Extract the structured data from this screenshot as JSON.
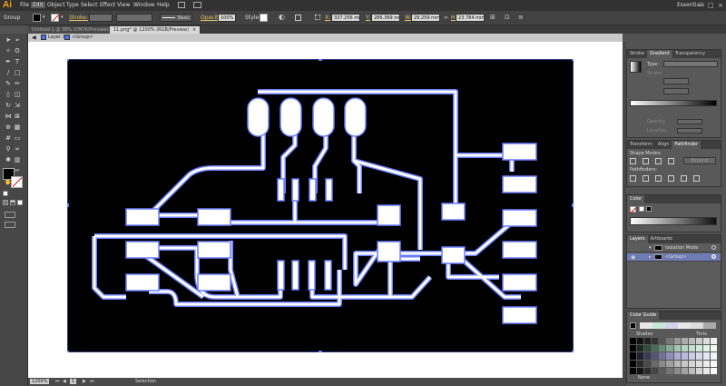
{
  "app": {
    "logo": "Ai"
  },
  "menu": {
    "items": [
      "File",
      "Edit",
      "Object",
      "Type",
      "Select",
      "Effect",
      "View",
      "Window",
      "Help"
    ],
    "workspace": "Essentials",
    "active_item": "Edit"
  },
  "control_bar": {
    "selection_label": "Group",
    "stroke_label": "Stroke:",
    "brush_label": "Basic",
    "opacity_label": "Opacity:",
    "opacity_value": "100%",
    "style_label": "Style:",
    "x_label": "X:",
    "x_value": "337.256 mm",
    "y_label": "Y:",
    "y_value": "286.369 mm",
    "w_label": "W:",
    "w_value": "29.259 mm",
    "h_label": "H:",
    "h_value": "23.784 mm"
  },
  "tabs": [
    {
      "label": "Untitled-1 @ 38% (CMYK/Preview)",
      "close": "×"
    },
    {
      "label": "11.png* @ 1200% (RGB/Preview)",
      "close": "×"
    }
  ],
  "breadcrumb": {
    "layer": "Layer 1",
    "group": "<Group>"
  },
  "status": {
    "zoom": "1200%",
    "page": "1",
    "tool": "Selection"
  },
  "panels": {
    "gradient_tabs": [
      "Stroke",
      "Gradient",
      "Transparency"
    ],
    "gradient": {
      "type_label": "Type:",
      "stroke_label": "Stroke:",
      "opacity_label": "Opacity:",
      "location_label": "Location:"
    },
    "pathfinder_tabs": [
      "Transform",
      "Align",
      "Pathfinder"
    ],
    "pathfinder": {
      "shape_modes_label": "Shape Modes:",
      "expand_label": "Expand",
      "pathfinders_label": "Pathfinders:"
    },
    "color_tab": "Color",
    "layers_tabs": [
      "Layers",
      "Artboards"
    ],
    "layers": [
      {
        "name": "Isolation Mode"
      },
      {
        "name": "<Group>"
      }
    ],
    "color_guide": {
      "tab": "Color Guide",
      "shades_label": "Shades",
      "tints_label": "Tints",
      "none_label": "None"
    }
  },
  "colors": {
    "accent": "#f7a600",
    "trace": "#ffffff",
    "trace_outline": "#6a7dff",
    "board": "#000000"
  }
}
